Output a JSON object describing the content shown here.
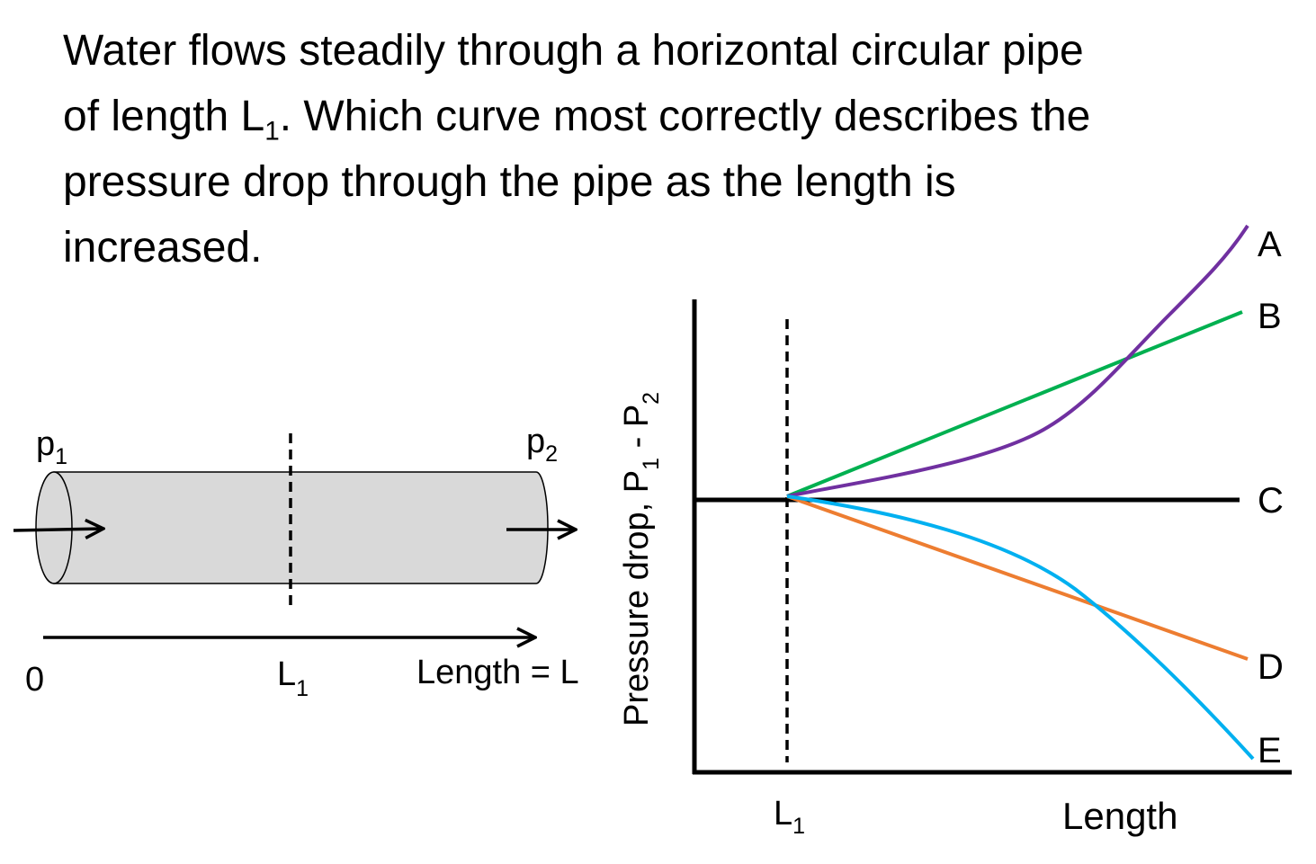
{
  "question": {
    "line1": "Water flows steadily through a horizontal circular pipe",
    "line2_before_sub": "of length L",
    "line2_sub": "1",
    "line2_after_sub": ".  Which curve most correctly describes the",
    "line3": "pressure drop through the pipe as the length is",
    "line4": "increased."
  },
  "pipe_diagram": {
    "inlet_pressure": {
      "base": "p",
      "sub": "1"
    },
    "outlet_pressure": {
      "base": "p",
      "sub": "2"
    },
    "axis_start_label": "0",
    "marker_label": {
      "base": "L",
      "sub": "1"
    },
    "axis_end_label": "Length = L",
    "pipe_fill_color": "#d9d9d9"
  },
  "chart": {
    "ylabel": {
      "part1": "Pressure drop, P",
      "sub1": "1",
      "part2": " - P",
      "sub2": "2"
    },
    "xlabel": "Length",
    "x_marker_label": {
      "base": "L",
      "sub": "1"
    },
    "curves": [
      {
        "id": "A",
        "label": "A",
        "color": "#7030a0"
      },
      {
        "id": "B",
        "label": "B",
        "color": "#00b050"
      },
      {
        "id": "C",
        "label": "C",
        "color": "#000000"
      },
      {
        "id": "D",
        "label": "D",
        "color": "#ed7d31"
      },
      {
        "id": "E",
        "label": "E",
        "color": "#00b0f0"
      }
    ]
  }
}
